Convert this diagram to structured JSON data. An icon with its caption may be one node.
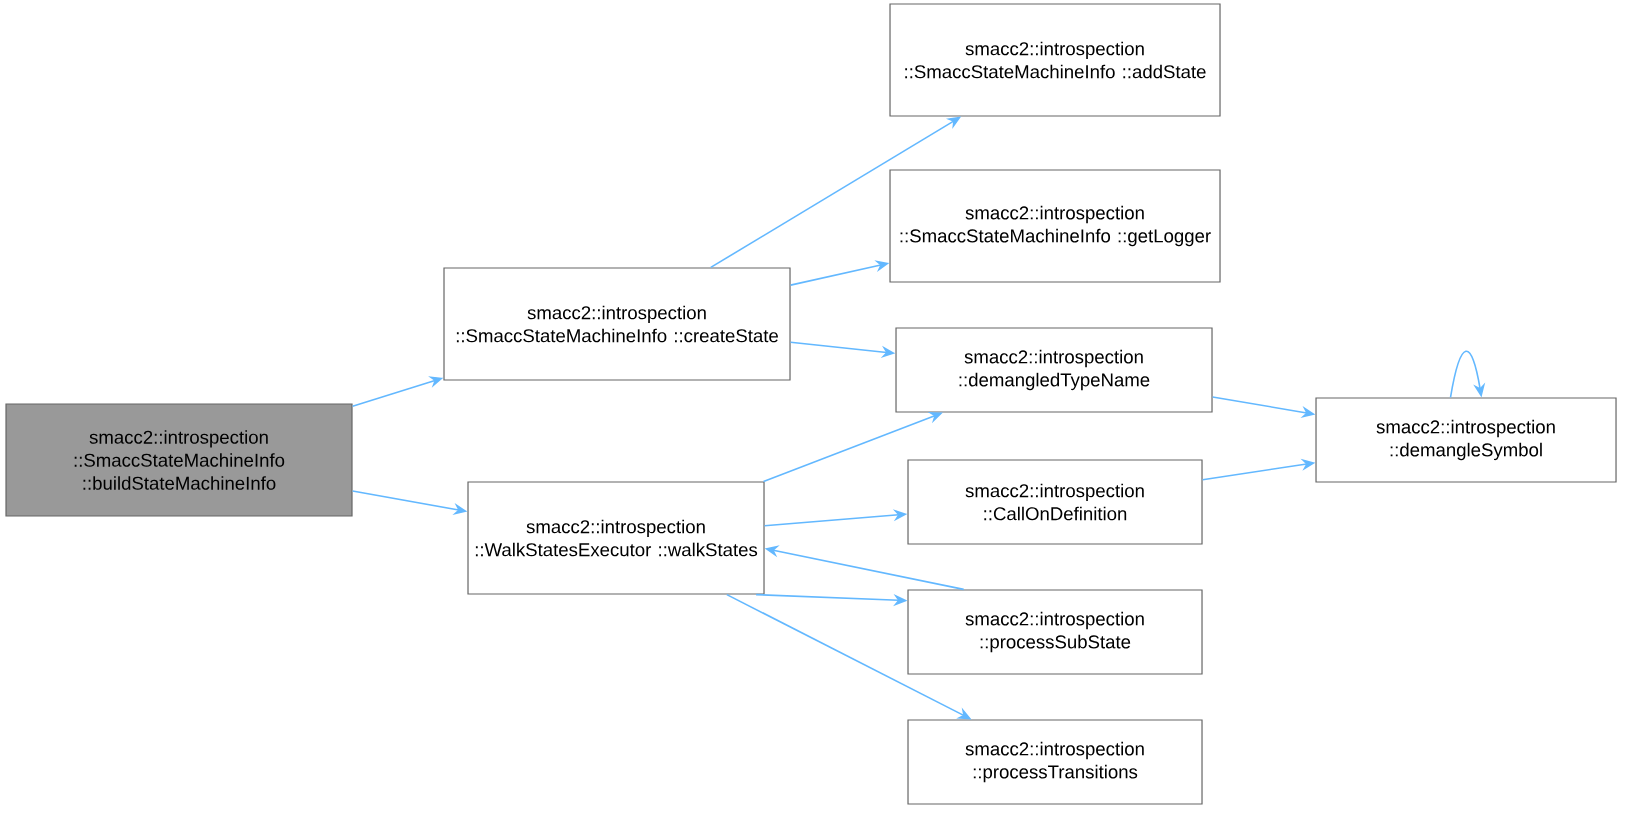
{
  "diagram": {
    "nodes": [
      {
        "text": [
          "smacc2::introspection ::SmaccStateMachineInfo ::buildStateMachineInfo"
        ]
      },
      {
        "text": [
          "smacc2::introspection ::SmaccStateMachineInfo ::createState"
        ]
      },
      {
        "text": [
          "smacc2::introspection ::WalkStatesExecutor ::walkStates"
        ]
      },
      {
        "text": [
          "smacc2::introspection ::SmaccStateMachineInfo ::addState"
        ]
      },
      {
        "text": [
          "smacc2::introspection ::SmaccStateMachineInfo ::getLogger"
        ]
      },
      {
        "text": [
          "smacc2::introspection ::demangledTypeName"
        ]
      },
      {
        "text": [
          "smacc2::introspection ::CallOnDefinition"
        ]
      },
      {
        "text": [
          "smacc2::introspection ::processSubState"
        ]
      },
      {
        "text": [
          "smacc2::introspection ::processTransitions"
        ]
      },
      {
        "text": [
          "smacc2::introspection ::demangleSymbol"
        ]
      }
    ],
    "edges": [
      {
        "from": 0,
        "to": 1,
        "arrow": "to"
      },
      {
        "from": 0,
        "to": 2,
        "arrow": "to"
      },
      {
        "from": 1,
        "to": 3,
        "arrow": "to"
      },
      {
        "from": 1,
        "to": 4,
        "arrow": "to"
      },
      {
        "from": 1,
        "to": 5,
        "arrow": "to"
      },
      {
        "from": 2,
        "to": 5,
        "arrow": "to"
      },
      {
        "from": 2,
        "to": 6,
        "arrow": "to"
      },
      {
        "from": 2,
        "to": 7,
        "arrow": "to"
      },
      {
        "from": 7,
        "to": 2,
        "arrow": "to"
      },
      {
        "from": 2,
        "to": 8,
        "arrow": "to"
      },
      {
        "from": 5,
        "to": 9,
        "arrow": "to"
      },
      {
        "from": 6,
        "to": 9,
        "arrow": "to"
      },
      {
        "from": 9,
        "to": 9,
        "arrow": "to"
      }
    ]
  }
}
